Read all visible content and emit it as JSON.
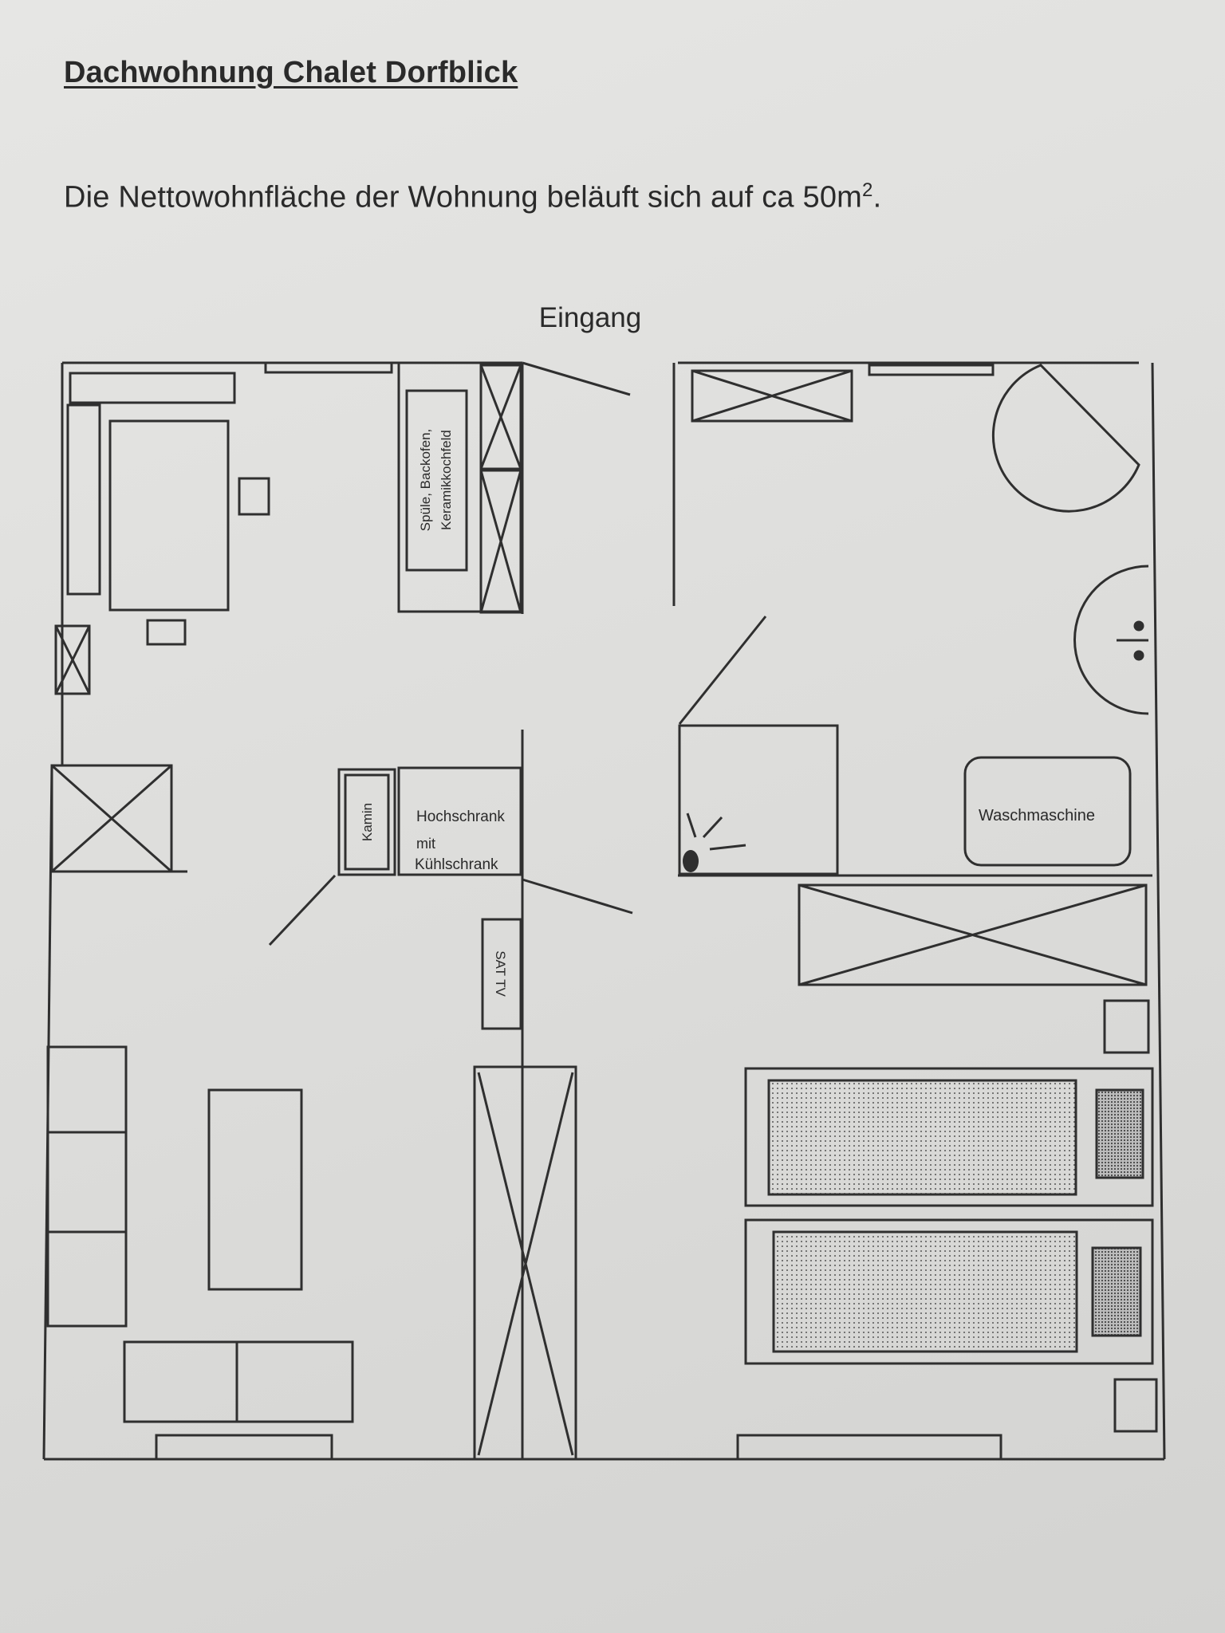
{
  "title": "Dachwohnung Chalet Dorfblick",
  "subtitle_text": "Die Nettowohnfläche der Wohnung beläuft sich auf ca 50m",
  "subtitle_sup": "2",
  "subtitle_end": ".",
  "labels": {
    "entrance": "Eingang",
    "kitchen_line1": "Spüle, Backofen,",
    "kitchen_line2": "Keramikkochfeld",
    "fireplace": "Kamin",
    "cabinet_line1": "Hochschrank",
    "cabinet_line2": "mit",
    "cabinet_line3": "Kühlschrank",
    "tv": "SAT TV",
    "washer": "Waschmaschine"
  }
}
